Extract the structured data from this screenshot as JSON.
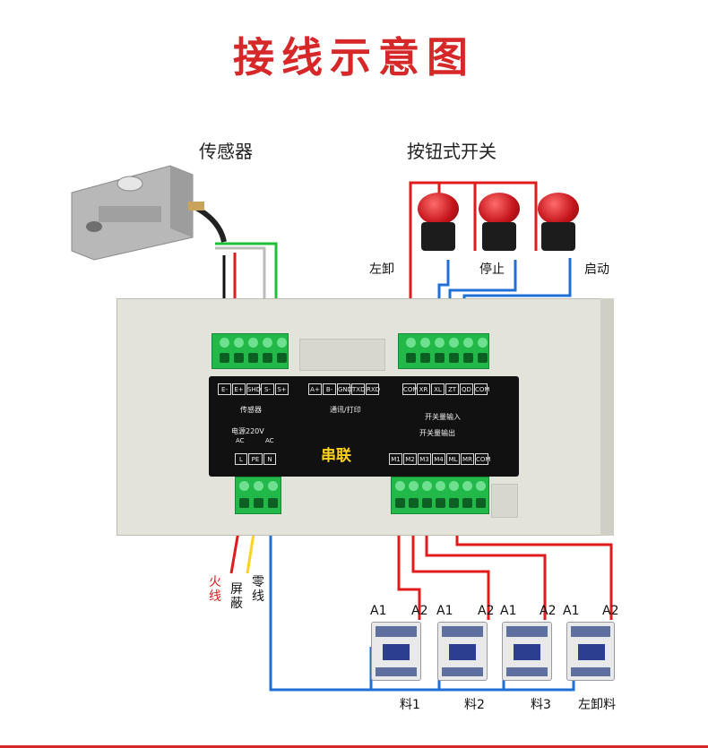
{
  "title": "接线示意图",
  "headings": {
    "sensor": "传感器",
    "buttons": "按钮式开关"
  },
  "buttons": [
    {
      "label": "左卸"
    },
    {
      "label": "停止"
    },
    {
      "label": "启动"
    }
  ],
  "plate": {
    "sensor_pins": [
      "E-",
      "E+",
      "SHD",
      "S-",
      "S+"
    ],
    "sensor_caption": "传感器",
    "comm_pins": [
      "A+",
      "B-",
      "GND",
      "TXD",
      "RXD"
    ],
    "comm_caption": "通讯/打印",
    "input_pins": [
      "COM",
      "XR",
      "XL",
      "ZT",
      "QD",
      "COM"
    ],
    "input_caption": "开关量输入",
    "power_caption": "电源220V",
    "power_sub": [
      "AC",
      "AC"
    ],
    "power_pins": [
      "L",
      "PE",
      "N"
    ],
    "output_caption": "开关量输出",
    "output_pins": [
      "M1",
      "M2",
      "M3",
      "M4",
      "ML",
      "MR",
      "COM"
    ],
    "series_label": "串联"
  },
  "power_wires": {
    "live": "火线",
    "shield": "屏蔽",
    "neutral": "零线"
  },
  "contactors": [
    {
      "label": "料1",
      "a1": "A1",
      "a2": "A2"
    },
    {
      "label": "料2",
      "a1": "A1",
      "a2": "A2"
    },
    {
      "label": "料3",
      "a1": "A1",
      "a2": "A2"
    },
    {
      "label": "左卸料",
      "a1": "A1",
      "a2": "A2"
    }
  ],
  "colors": {
    "title_red": "#d62828",
    "terminal_green": "#22b94a",
    "wire_red": "#e01b1b",
    "wire_blue": "#1f6fd6",
    "wire_green": "#1fbf3a",
    "series_yellow": "#ffd21f"
  }
}
